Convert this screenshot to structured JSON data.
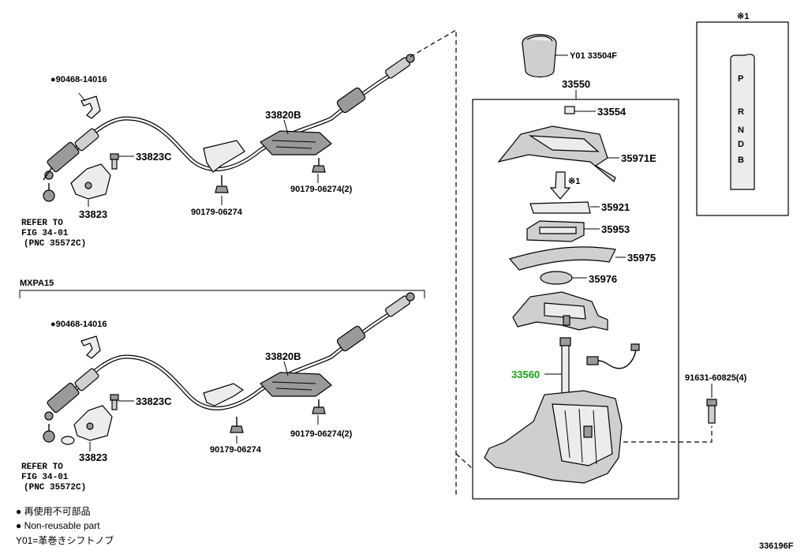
{
  "diagram_id": "336196F",
  "upper_assembly": {
    "callouts": {
      "clip_part": "●90468-14016",
      "bracket_bolt": "33823C",
      "bracket": "33823",
      "cable": "33820B",
      "nut_single": "90179-06274",
      "nut_pair": "90179-06274(2)",
      "refer_line1": "REFER TO",
      "refer_line2": "FIG 34-01",
      "refer_line3": "(PNC 35572C)"
    }
  },
  "variant_label": "MXPA15",
  "lower_assembly": {
    "callouts": {
      "clip_part": "●90468-14016",
      "bracket_bolt": "33823C",
      "bracket": "33823",
      "cable": "33820B",
      "nut_single": "90179-06274",
      "nut_pair": "90179-06274(2)",
      "refer_line1": "REFER TO",
      "refer_line2": "FIG 34-01",
      "refer_line3": "(PNC 35572C)"
    }
  },
  "shifter": {
    "knob": "Y01 33504F",
    "assembly": "33550",
    "clip": "33554",
    "housing_cover": "35971E",
    "note_ref": "※1",
    "indicator_plate": "35921",
    "slider": "35953",
    "curved_plate": "35975",
    "small_plate": "35976",
    "lever_highlight": "33560",
    "bolt": "91631-60825(4)"
  },
  "inset": {
    "title": "※1",
    "positions": [
      "P",
      "R",
      "N",
      "D",
      "B"
    ],
    "colors": {
      "frame": "#000000"
    }
  },
  "legend": {
    "jp_line": "● 再使用不可部品",
    "en_line": "● Non-reusable part",
    "y01_line": "Y01=革巻きシフトノブ"
  },
  "colors": {
    "highlight": "#12a312",
    "part_fill": "#cfcfcf"
  }
}
